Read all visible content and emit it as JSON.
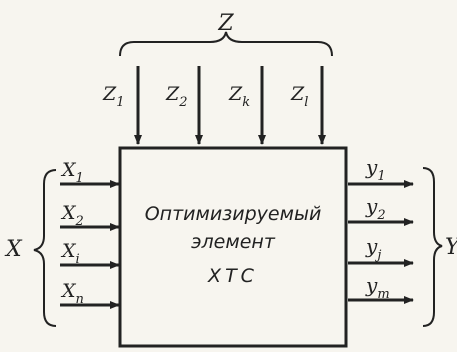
{
  "group_labels": {
    "top": "Z",
    "left": "X",
    "right": "Y"
  },
  "inputs_top": [
    {
      "name": "Z",
      "sub": "1"
    },
    {
      "name": "Z",
      "sub": "2"
    },
    {
      "name": "Z",
      "sub": "k"
    },
    {
      "name": "Z",
      "sub": "l"
    }
  ],
  "inputs_left": [
    {
      "name": "X",
      "sub": "1"
    },
    {
      "name": "X",
      "sub": "2"
    },
    {
      "name": "X",
      "sub": "i"
    },
    {
      "name": "X",
      "sub": "n"
    }
  ],
  "outputs_right": [
    {
      "name": "y",
      "sub": "1"
    },
    {
      "name": "y",
      "sub": "2"
    },
    {
      "name": "y",
      "sub": "j"
    },
    {
      "name": "y",
      "sub": "m"
    }
  ],
  "box": {
    "line1": "Оптимизируемый",
    "line2": "элемент",
    "line3": "ХТС"
  },
  "colors": {
    "ink": "#222222",
    "paper": "#f7f5ef"
  }
}
